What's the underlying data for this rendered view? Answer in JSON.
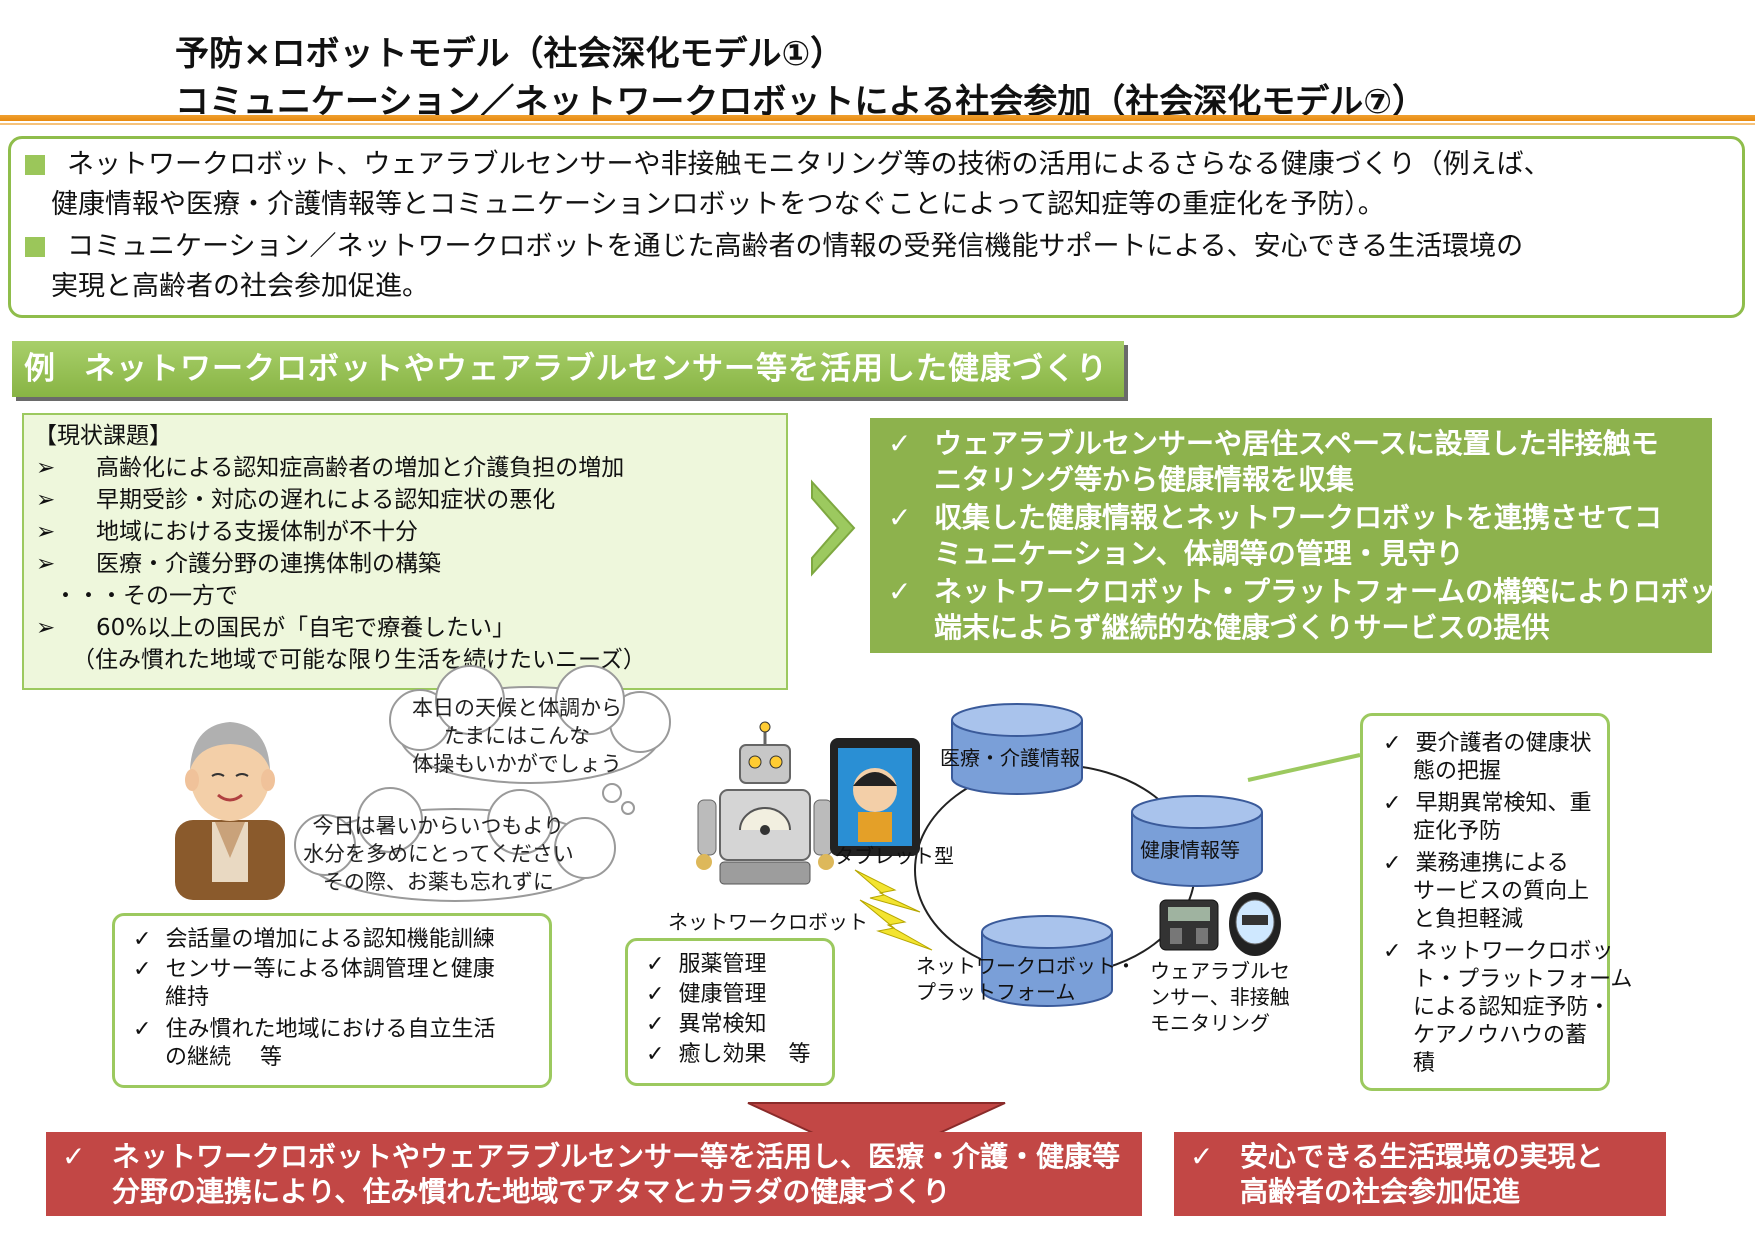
{
  "title": {
    "line1": "予防×ロボットモデル（社会深化モデル①）",
    "line2": "コミュニケーション／ネットワークロボットによる社会参加（社会深化モデル⑦）"
  },
  "summary": {
    "bullet1_line1": "ネットワークロボット、ウェアラブルセンサーや非接触モニタリング等の技術の活用によるさらなる健康づくり（例えば、",
    "bullet1_line2": "健康情報や医療・介護情報等とコミュニケーションロボットをつなぐことによって認知症等の重症化を予防）。",
    "bullet2_line1": "コミュニケーション／ネットワークロボットを通じた高齢者の情報の受発信機能サポートによる、安心できる生活環境の",
    "bullet2_line2": "実現と高齢者の社会参加促進。"
  },
  "banner": {
    "label": "例",
    "text": "ネットワークロボットやウェアラブルセンサー等を活用した健康づくり"
  },
  "issues": {
    "heading": "【現状課題】",
    "marker": "➢",
    "items": [
      "高齢化による認知症高齢者の増加と介護負担の増加",
      "早期受診・対応の遅れによる認知症状の悪化",
      "地域における支援体制が不十分",
      "医療・介護分野の連携体制の構築"
    ],
    "connector": "・・・その一方で",
    "item5": "60%以上の国民が「自宅で療養したい」",
    "note": "（住み慣れた地域で可能な限り生活を続けたいニーズ）"
  },
  "solution": {
    "check": "✓",
    "lines": [
      "ウェアラブルセンサーや居住スペースに設置した非接触モ",
      "ニタリング等から健康情報を収集",
      "収集した健康情報とネットワークロボットを連携させてコ",
      "ミュニケーション、体調等の管理・見守り",
      "ネットワークロボット・プラットフォームの構築によりロボット",
      "端末によらず継続的な健康づくりサービスの提供"
    ]
  },
  "speech": {
    "cloud1": [
      "本日の天候と体調から",
      "たまにはこんな",
      "体操もいかがでしょう"
    ],
    "cloud2": [
      "今日は暑いからいつもより",
      "水分を多めにとってください",
      "その際、お薬も忘れずに"
    ]
  },
  "benefits_user": {
    "check": "✓",
    "lines": [
      "会話量の増加による認知機能訓練",
      "センサー等による体調管理と健康",
      "維持",
      "住み慣れた地域における自立生活",
      "の継続　 等"
    ]
  },
  "robot_functions": {
    "check": "✓",
    "items": [
      "服薬管理",
      "健康管理",
      "異常検知",
      "癒し効果　等"
    ]
  },
  "labels": {
    "robot": "ネットワークロボット",
    "tablet": "タブレット型",
    "medical_info": "医療・介護情報",
    "health_info": "健康情報等",
    "platform_line1": "ネットワークロボット・",
    "platform_line2": "プラットフォーム",
    "wearable": [
      "ウェアラブルセ",
      "ンサー、非接触",
      "モニタリング"
    ]
  },
  "benefits_care": {
    "check": "✓",
    "lines": [
      "要介護者の健康状",
      "態の把握",
      "早期異常検知、重",
      "症化予防",
      "業務連携による",
      "サービスの質向上",
      "と負担軽減",
      "ネットワークロボッ",
      "ト・プラットフォーム",
      "による認知症予防・",
      "ケアノウハウの蓄",
      "積"
    ]
  },
  "outcomes": {
    "check": "✓",
    "left_line1": "ネットワークロボットやウェアラブルセンサー等を活用し、医療・介護・健康等",
    "left_line2": "分野の連携により、住み慣れた地域でアタマとカラダの健康づくり",
    "right_line1": "安心できる生活環境の実現と",
    "right_line2": "高齢者の社会参加促進"
  },
  "colors": {
    "green_dark": "#8db24d",
    "green_light": "#eef7dc",
    "accent_orange": "#f0a030",
    "outcome_red": "#c24745",
    "cylinder_blue": "#7a9fd8"
  }
}
